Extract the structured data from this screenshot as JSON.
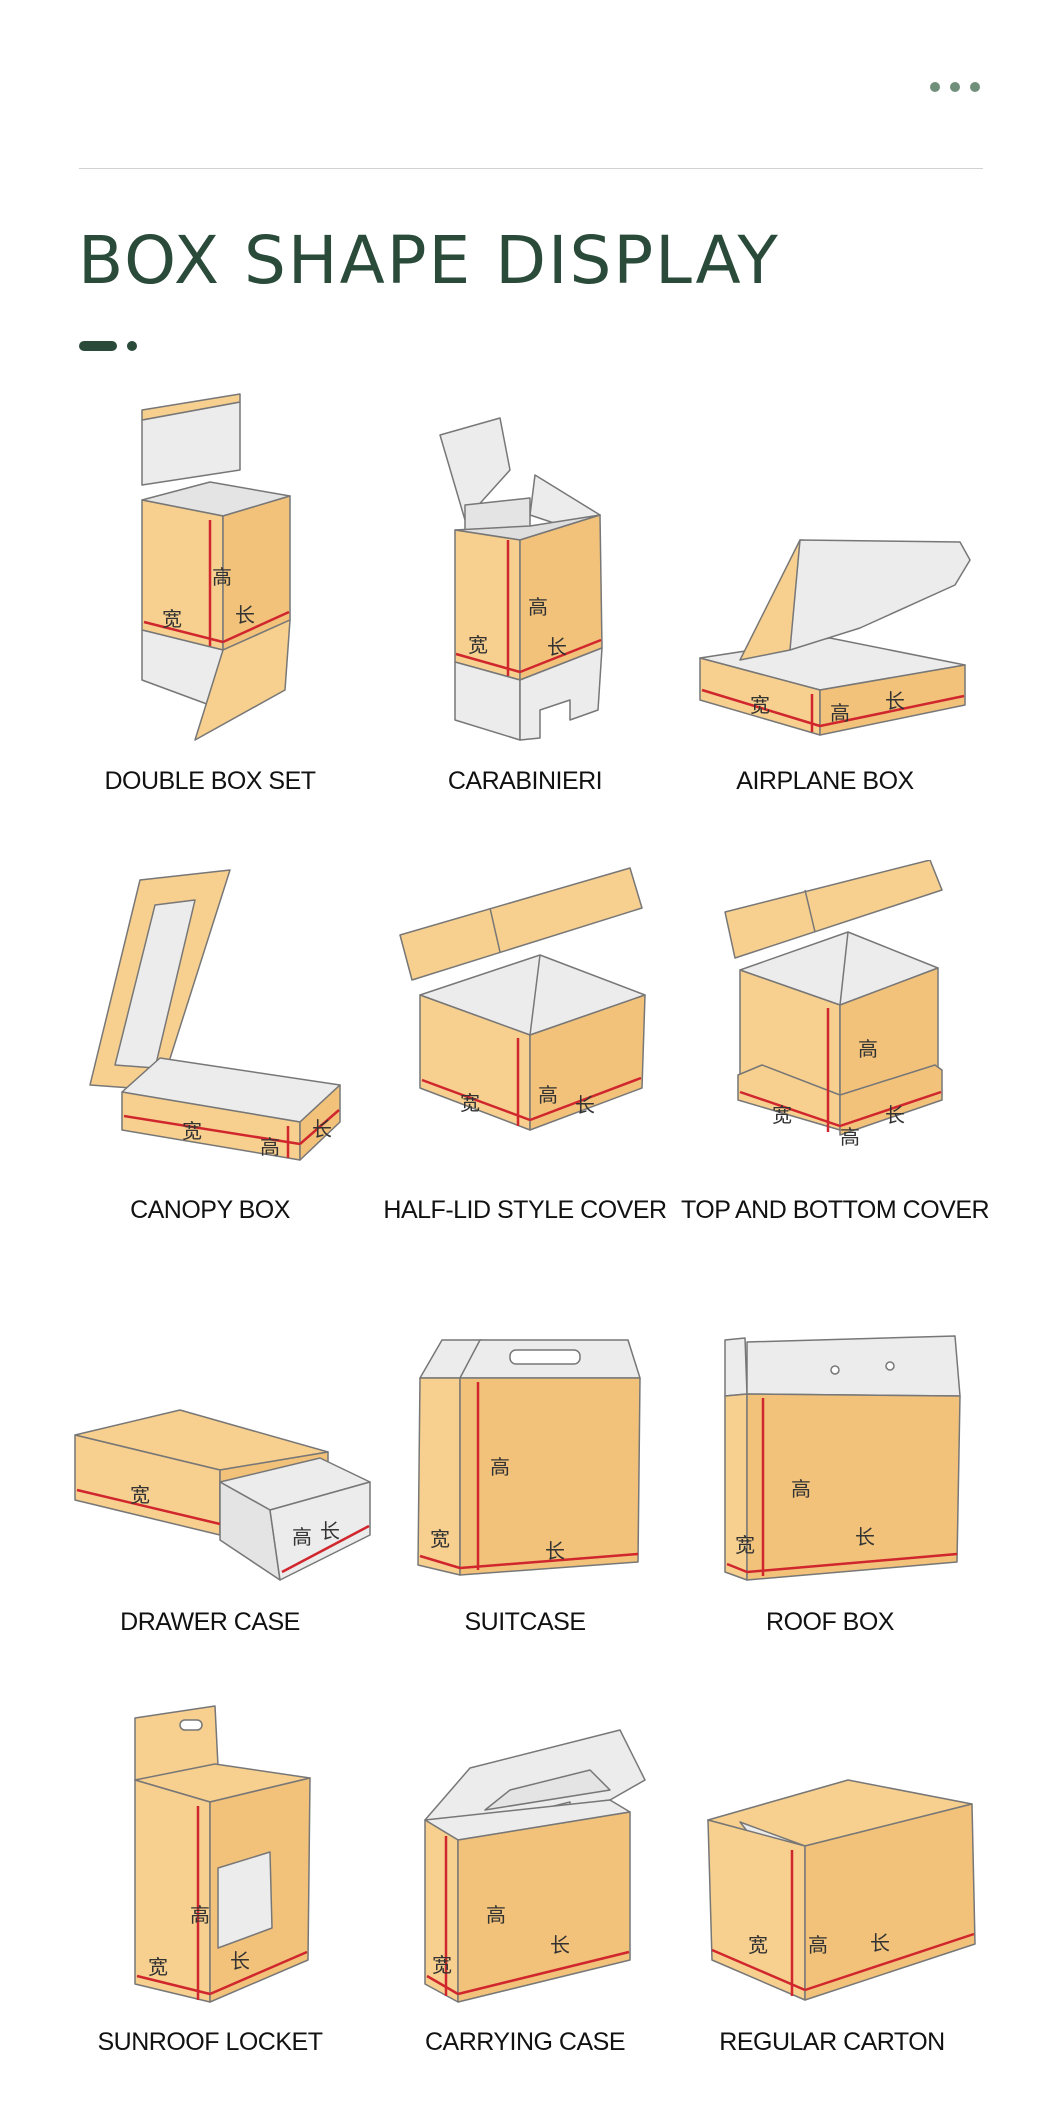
{
  "header": {
    "title": "BOX SHAPE DISPLAY"
  },
  "colors": {
    "title": "#2a4a3a",
    "kraft": "#f7cf8e",
    "kraft_side": "#f2c27a",
    "inner": "#ececec",
    "outline": "#777777",
    "dimension_line": "#d0262d"
  },
  "dimension_marks": {
    "height": "高",
    "width": "宽",
    "length": "长"
  },
  "boxes": [
    {
      "label": "DOUBLE BOX SET"
    },
    {
      "label": "CARABINIERI"
    },
    {
      "label": "AIRPLANE BOX"
    },
    {
      "label": "CANOPY BOX"
    },
    {
      "label": "HALF-LID STYLE COVER"
    },
    {
      "label": "TOP AND BOTTOM COVER"
    },
    {
      "label": "DRAWER CASE"
    },
    {
      "label": "SUITCASE"
    },
    {
      "label": "ROOF BOX"
    },
    {
      "label": "SUNROOF LOCKET"
    },
    {
      "label": "CARRYING CASE"
    },
    {
      "label": "REGULAR CARTON"
    }
  ]
}
